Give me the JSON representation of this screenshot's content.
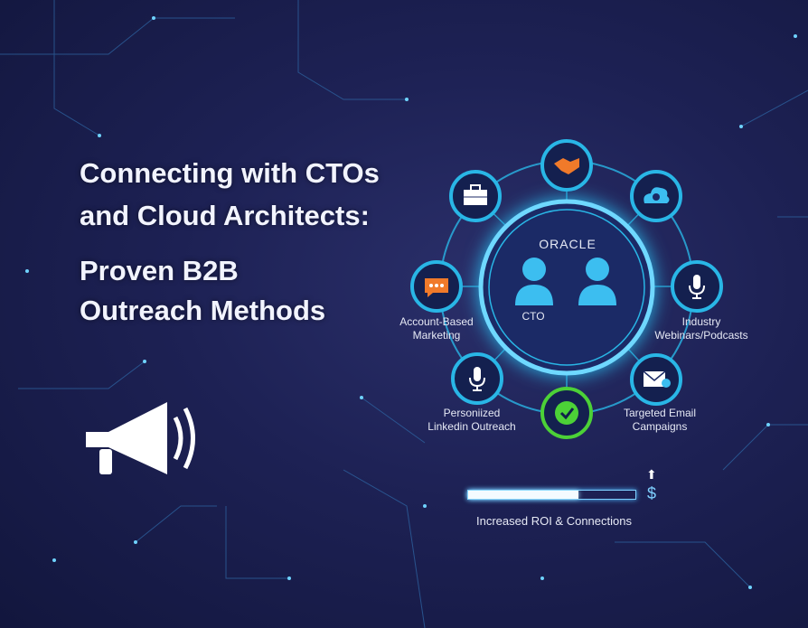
{
  "title": {
    "line1": "Connecting with CTOs",
    "line2": "and Cloud Architects:",
    "line3": "Proven B2B",
    "line4": "Outreach Methods"
  },
  "hub": {
    "brand": "ORACLE",
    "person_label": "CTO"
  },
  "nodes": [
    {
      "icon": "handshake-icon",
      "label": ""
    },
    {
      "icon": "briefcase-icon",
      "label": ""
    },
    {
      "icon": "cloud-gear-icon",
      "label": ""
    },
    {
      "icon": "chat-bubble-icon",
      "label_1": "Account-Based",
      "label_2": "Marketing"
    },
    {
      "icon": "microphone-icon",
      "label_1": "Industry",
      "label_2": "Webinars/Podcasts"
    },
    {
      "icon": "microphone-icon",
      "label_1": "Personiized",
      "label_2": "Linkedin Outreach"
    },
    {
      "icon": "checkmark-chat-icon",
      "label": ""
    },
    {
      "icon": "envelope-check-icon",
      "label_1": "Targeted Email",
      "label_2": "Campaigns"
    }
  ],
  "roi": {
    "label": "Increased ROI & Connections",
    "progress_percent": 66,
    "currency": "$",
    "arrow": "⬆"
  },
  "colors": {
    "accent": "#29b6e6",
    "orange": "#f07a2a",
    "green": "#4cd137",
    "bg": "#1d2154"
  }
}
